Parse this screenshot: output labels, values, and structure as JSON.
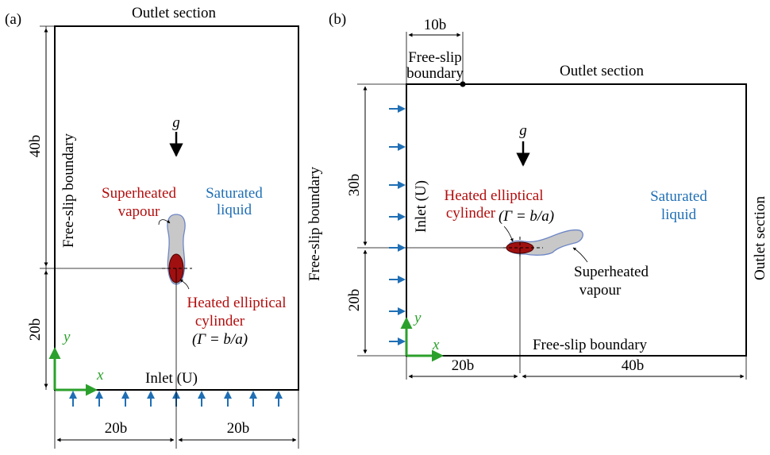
{
  "panel_a": {
    "panel_label": "(a)",
    "outlet_label": "Outlet section",
    "left_boundary_label": "Free-slip boundary",
    "right_boundary_label": "Free-slip boundary",
    "gravity_label": "g",
    "saturated_liquid_line1": "Saturated",
    "saturated_liquid_line2": "liquid",
    "superheated_vapour_line1": "Superheated",
    "superheated_vapour_line2": "vapour",
    "heated_cylinder_line1": "Heated elliptical",
    "heated_cylinder_line2": "cylinder",
    "aspect_ratio_label": "(Γ = b/a)",
    "inlet_label": "Inlet (U)",
    "dim_top": "40b",
    "dim_bottom": "20b",
    "dim_left": "20b",
    "dim_right": "20b",
    "x_axis": "x",
    "y_axis": "y"
  },
  "panel_b": {
    "panel_label": "(b)",
    "width_dim": "10b",
    "free_slip_top_line1": "Free-slip",
    "free_slip_top_line2": "boundary",
    "outlet_top_label": "Outlet section",
    "outlet_right_label": "Outlet section",
    "gravity_label": "g",
    "inlet_label": "Inlet (U)",
    "heated_cylinder_line1": "Heated elliptical",
    "heated_cylinder_line2": "cylinder",
    "aspect_ratio_label": "(Γ = b/a)",
    "saturated_liquid_line1": "Saturated",
    "saturated_liquid_line2": "liquid",
    "superheated_vapour_line1": "Superheated",
    "superheated_vapour_line2": "vapour",
    "bottom_boundary_label": "Free-slip boundary",
    "dim_top": "30b",
    "dim_bottom": "20b",
    "dim_left": "20b",
    "dim_right": "40b",
    "x_axis": "x",
    "y_axis": "y"
  },
  "colors": {
    "arrow_blue": "#1f6fb5",
    "text_red": "#b30d0d",
    "axis_green": "#2ca02c",
    "cylinder_fill": "#a01010",
    "vapour_fill": "#c8c8c8",
    "vapour_outline": "#6e86c6"
  }
}
